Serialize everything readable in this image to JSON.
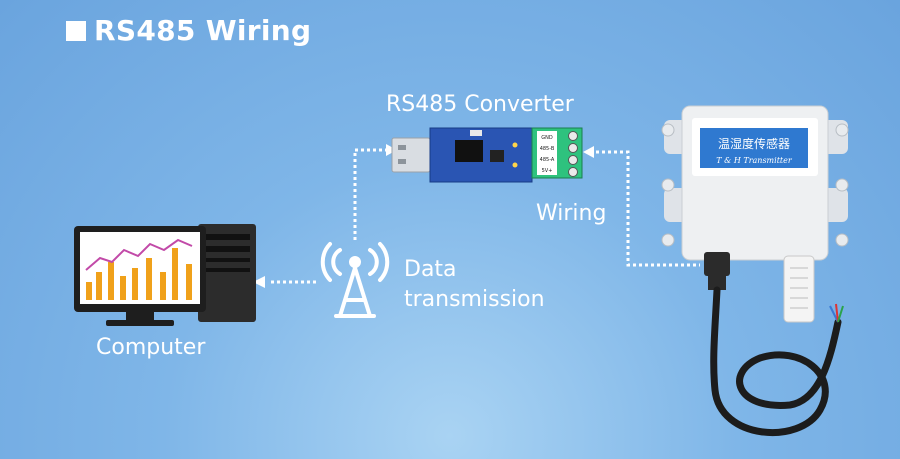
{
  "title": "RS485 Wiring",
  "labels": {
    "converter": "RS485 Converter",
    "wiring": "Wiring",
    "data_line1": "Data",
    "data_line2": "transmission",
    "computer": "Computer"
  },
  "transmitter": {
    "name_cn": "温湿度传感器",
    "name_en": "T & H Transmitter"
  },
  "terminal_labels": [
    "GND",
    "485-B",
    "485-A",
    "5V+"
  ]
}
